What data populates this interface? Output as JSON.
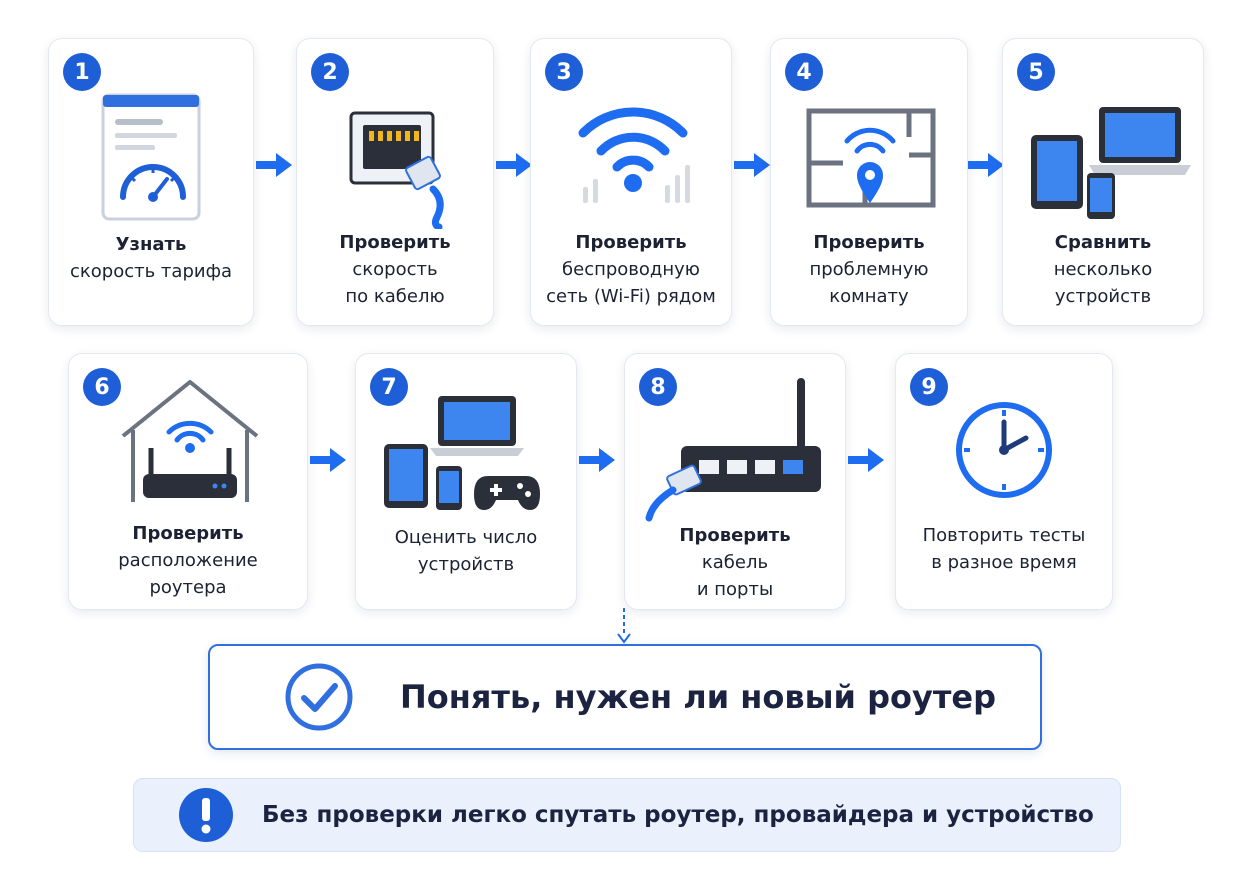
{
  "steps": [
    {
      "number": "1",
      "lines": [
        "Узнать",
        "скорость тарифа"
      ]
    },
    {
      "number": "2",
      "lines": [
        "Проверить",
        "скорость",
        "по кабелю"
      ]
    },
    {
      "number": "3",
      "lines": [
        "Проверить",
        "беспроводную",
        "сеть (Wi-Fi) рядом"
      ]
    },
    {
      "number": "4",
      "lines": [
        "Проверить",
        "проблемную",
        "комнату"
      ]
    },
    {
      "number": "5",
      "lines": [
        "Сравнить",
        "несколько",
        "устройств"
      ]
    },
    {
      "number": "6",
      "lines": [
        "Проверить",
        "расположение",
        "роутера"
      ]
    },
    {
      "number": "7",
      "lines": [
        "Оценить число",
        "устройств"
      ]
    },
    {
      "number": "8",
      "lines": [
        "Проверить",
        "кабель",
        "и порты"
      ]
    },
    {
      "number": "9",
      "lines": [
        "Повторить тесты",
        "в разное время"
      ]
    }
  ],
  "result": {
    "text": "Понять, нужен ли новый роутер"
  },
  "note": {
    "text": "Без проверки легко спутать роутер, провайдера и устройство"
  },
  "colors": {
    "accent": "#1e5fd8",
    "screen": "#3d86f0",
    "dark": "#2b2f3a",
    "outline": "#6b7280"
  },
  "icons": [
    "speedometer-document-icon",
    "ethernet-port-icon",
    "wifi-signal-icon",
    "floorplan-location-icon",
    "devices-icon",
    "home-router-icon",
    "multiple-devices-icon",
    "router-ports-icon",
    "clock-icon",
    "check-circle-icon",
    "exclamation-icon"
  ]
}
